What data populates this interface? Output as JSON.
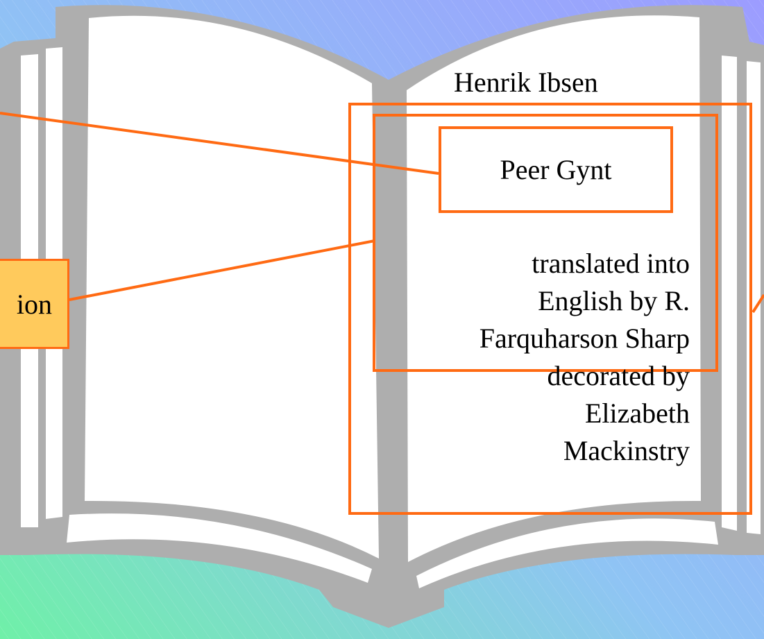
{
  "diagram": {
    "author": "Henrik Ibsen",
    "title": "Peer Gynt",
    "credits": [
      "translated into",
      "English by R.",
      "Farquharson Sharp",
      "decorated by",
      "Elizabeth",
      "Mackinstry"
    ],
    "callout_label": "ion"
  },
  "colors": {
    "background_start": "#6ff0a8",
    "background_mid": "#8fb0ff",
    "background_end": "#99a0ff",
    "book_outline": "#aeaeae",
    "page_fill": "#ffffff",
    "highlight": "#ff6a13",
    "callout_fill": "#ffca5c"
  }
}
